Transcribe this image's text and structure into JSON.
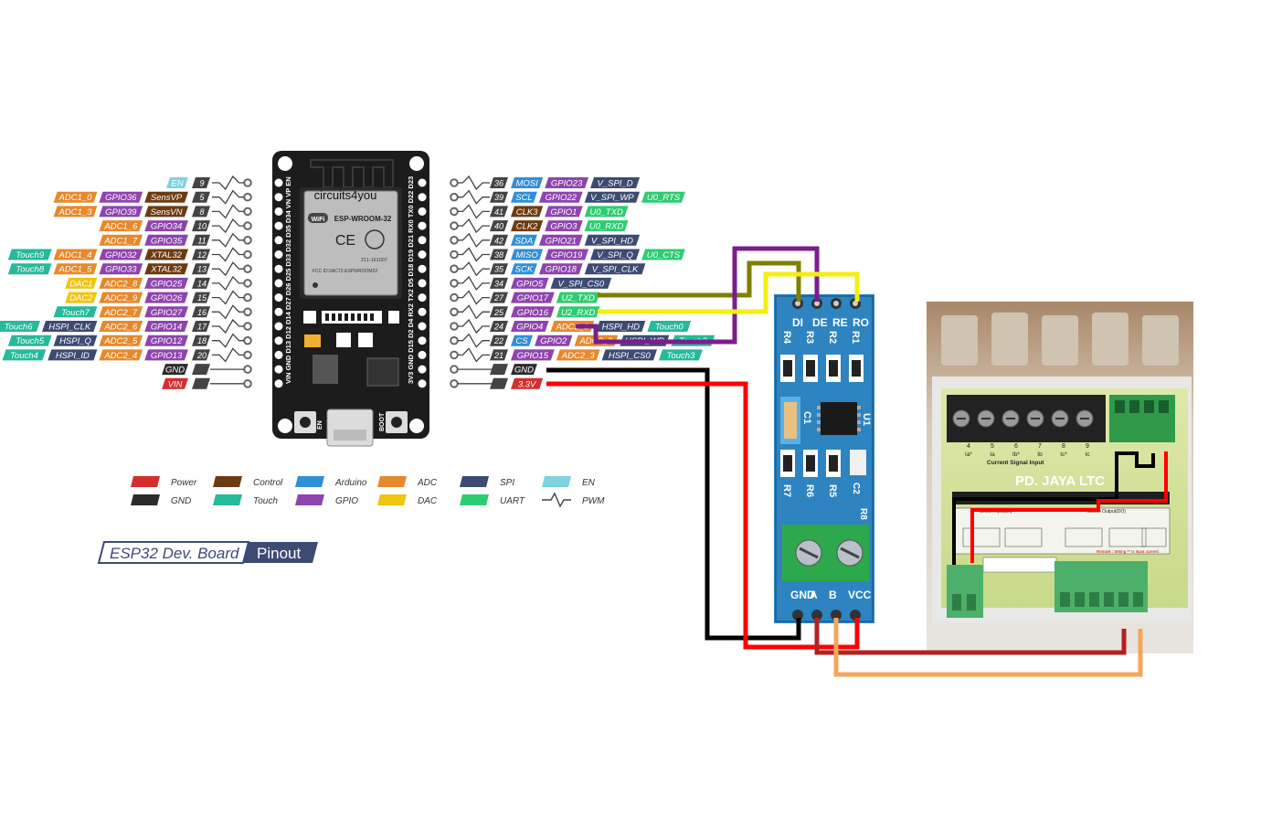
{
  "colors": {
    "power": "#d32f2f",
    "gnd": "#2b2b2b",
    "control": "#6d3b12",
    "touch": "#26b99a",
    "arduino": "#2f8fd8",
    "gpio": "#8e44ad",
    "adc": "#e6892c",
    "dac": "#f1c40f",
    "spi": "#3d4b73",
    "uart": "#2ecc71",
    "en": "#7fd3e0",
    "wire_purple": "#7b1e8c",
    "wire_olive": "#7f7f00",
    "wire_yellow": "#f5ef10",
    "wire_black": "#000000",
    "wire_red": "#ff0000",
    "wire_darkred": "#b22222",
    "wire_orange": "#f5a65b"
  },
  "left_pins": [
    {
      "num": "9",
      "tags": [
        {
          "t": "EN",
          "c": "en"
        }
      ]
    },
    {
      "num": "5",
      "tags": [
        {
          "t": "ADC1_0",
          "c": "adc"
        },
        {
          "t": "GPIO36",
          "c": "gpio"
        },
        {
          "t": "SensVP",
          "c": "control"
        }
      ]
    },
    {
      "num": "8",
      "tags": [
        {
          "t": "ADC1_3",
          "c": "adc"
        },
        {
          "t": "GPIO39",
          "c": "gpio"
        },
        {
          "t": "SensVN",
          "c": "control"
        }
      ]
    },
    {
      "num": "10",
      "tags": [
        {
          "t": "ADC1_6",
          "c": "adc"
        },
        {
          "t": "GPIO34",
          "c": "gpio"
        }
      ]
    },
    {
      "num": "11",
      "tags": [
        {
          "t": "ADC1_7",
          "c": "adc"
        },
        {
          "t": "GPIO35",
          "c": "gpio"
        }
      ]
    },
    {
      "num": "12",
      "tags": [
        {
          "t": "Touch9",
          "c": "touch"
        },
        {
          "t": "ADC1_4",
          "c": "adc"
        },
        {
          "t": "GPIO32",
          "c": "gpio"
        },
        {
          "t": "XTAL32",
          "c": "control"
        }
      ]
    },
    {
      "num": "13",
      "tags": [
        {
          "t": "Touch8",
          "c": "touch"
        },
        {
          "t": "ADC1_5",
          "c": "adc"
        },
        {
          "t": "GPIO33",
          "c": "gpio"
        },
        {
          "t": "XTAL32",
          "c": "control"
        }
      ]
    },
    {
      "num": "14",
      "tags": [
        {
          "t": "DAC1",
          "c": "dac"
        },
        {
          "t": "ADC2_8",
          "c": "adc"
        },
        {
          "t": "GPIO25",
          "c": "gpio"
        }
      ]
    },
    {
      "num": "15",
      "tags": [
        {
          "t": "DAC2",
          "c": "dac"
        },
        {
          "t": "ADC2_9",
          "c": "adc"
        },
        {
          "t": "GPIO26",
          "c": "gpio"
        }
      ]
    },
    {
      "num": "16",
      "tags": [
        {
          "t": "Touch7",
          "c": "touch"
        },
        {
          "t": "ADC2_7",
          "c": "adc"
        },
        {
          "t": "GPIO27",
          "c": "gpio"
        }
      ]
    },
    {
      "num": "17",
      "tags": [
        {
          "t": "Touch6",
          "c": "touch"
        },
        {
          "t": "HSPI_CLK",
          "c": "spi"
        },
        {
          "t": "ADC2_6",
          "c": "adc"
        },
        {
          "t": "GPIO14",
          "c": "gpio"
        }
      ]
    },
    {
      "num": "18",
      "tags": [
        {
          "t": "Touch5",
          "c": "touch"
        },
        {
          "t": "HSPI_Q",
          "c": "spi"
        },
        {
          "t": "ADC2_5",
          "c": "adc"
        },
        {
          "t": "GPIO12",
          "c": "gpio"
        }
      ]
    },
    {
      "num": "20",
      "tags": [
        {
          "t": "Touch4",
          "c": "touch"
        },
        {
          "t": "HSPI_ID",
          "c": "spi"
        },
        {
          "t": "ADC2_4",
          "c": "adc"
        },
        {
          "t": "GPIO13",
          "c": "gpio"
        }
      ]
    },
    {
      "num": "",
      "tags": [
        {
          "t": "GND",
          "c": "gnd"
        }
      ]
    },
    {
      "num": "",
      "tags": [
        {
          "t": "VIN",
          "c": "power"
        }
      ]
    }
  ],
  "right_pins": [
    {
      "num": "36",
      "tags": [
        {
          "t": "MOSI",
          "c": "arduino"
        },
        {
          "t": "GPIO23",
          "c": "gpio"
        },
        {
          "t": "V_SPI_D",
          "c": "spi"
        }
      ]
    },
    {
      "num": "39",
      "tags": [
        {
          "t": "SCL",
          "c": "arduino"
        },
        {
          "t": "GPIO22",
          "c": "gpio"
        },
        {
          "t": "V_SPI_WP",
          "c": "spi"
        },
        {
          "t": "U0_RTS",
          "c": "uart"
        }
      ]
    },
    {
      "num": "41",
      "tags": [
        {
          "t": "CLK3",
          "c": "control"
        },
        {
          "t": "GPIO1",
          "c": "gpio"
        },
        {
          "t": "U0_TXD",
          "c": "uart"
        }
      ]
    },
    {
      "num": "40",
      "tags": [
        {
          "t": "CLK2",
          "c": "control"
        },
        {
          "t": "GPIO3",
          "c": "gpio"
        },
        {
          "t": "U0_RXD",
          "c": "uart"
        }
      ]
    },
    {
      "num": "42",
      "tags": [
        {
          "t": "SDA",
          "c": "arduino"
        },
        {
          "t": "GPIO21",
          "c": "gpio"
        },
        {
          "t": "V_SPI_HD",
          "c": "spi"
        }
      ]
    },
    {
      "num": "38",
      "tags": [
        {
          "t": "MISO",
          "c": "arduino"
        },
        {
          "t": "GPIO19",
          "c": "gpio"
        },
        {
          "t": "V_SPI_Q",
          "c": "spi"
        },
        {
          "t": "U0_CTS",
          "c": "uart"
        }
      ]
    },
    {
      "num": "35",
      "tags": [
        {
          "t": "SCK",
          "c": "arduino"
        },
        {
          "t": "GPIO18",
          "c": "gpio"
        },
        {
          "t": "V_SPI_CLK",
          "c": "spi"
        }
      ]
    },
    {
      "num": "34",
      "tags": [
        {
          "t": "GPIO5",
          "c": "gpio"
        },
        {
          "t": "V_SPI_CS0",
          "c": "spi"
        }
      ]
    },
    {
      "num": "27",
      "tags": [
        {
          "t": "GPIO17",
          "c": "gpio"
        },
        {
          "t": "U2_TXD",
          "c": "uart"
        }
      ]
    },
    {
      "num": "25",
      "tags": [
        {
          "t": "GPIO16",
          "c": "gpio"
        },
        {
          "t": "U2_RXD",
          "c": "uart"
        }
      ]
    },
    {
      "num": "24",
      "tags": [
        {
          "t": "GPIO4",
          "c": "gpio"
        },
        {
          "t": "ADC2_0",
          "c": "adc"
        },
        {
          "t": "HSPI_HD",
          "c": "spi"
        },
        {
          "t": "Touch0",
          "c": "touch"
        }
      ]
    },
    {
      "num": "22",
      "tags": [
        {
          "t": "CS",
          "c": "arduino"
        },
        {
          "t": "GPIO2",
          "c": "gpio"
        },
        {
          "t": "ADC2_2",
          "c": "adc"
        },
        {
          "t": "HSPI_WP",
          "c": "spi"
        },
        {
          "t": "Touch2",
          "c": "touch"
        }
      ]
    },
    {
      "num": "21",
      "tags": [
        {
          "t": "GPIO15",
          "c": "gpio"
        },
        {
          "t": "ADC2_3",
          "c": "adc"
        },
        {
          "t": "HSPI_CS0",
          "c": "spi"
        },
        {
          "t": "Touch3",
          "c": "touch"
        }
      ]
    },
    {
      "num": "",
      "tags": [
        {
          "t": "GND",
          "c": "gnd"
        }
      ]
    },
    {
      "num": "",
      "tags": [
        {
          "t": "3.3V",
          "c": "power"
        }
      ]
    }
  ],
  "board": {
    "brand": "circuits4you",
    "module": "ESP-WROOM-32",
    "wifi": "WiFi",
    "fcc": "FCC ID:2AC7Z-ESPWROOM32",
    "cert": "211-161007",
    "ce": "CE",
    "btn_en": "EN",
    "btn_boot": "BOOT",
    "left_header": "VIN GND D13 D12 D14 D27 D26 D25 D33 D32 D35 D34 VN VP EN",
    "right_header": "3V3 GND D15 D2 D4 RX2 TX2 D5 D18 D19 D21 RX0 TX0 D22 D23"
  },
  "legend": [
    {
      "label": "Power",
      "c": "power"
    },
    {
      "label": "Control",
      "c": "control"
    },
    {
      "label": "Arduino",
      "c": "arduino"
    },
    {
      "label": "ADC",
      "c": "adc"
    },
    {
      "label": "SPI",
      "c": "spi"
    },
    {
      "label": "EN",
      "c": "en"
    },
    {
      "label": "GND",
      "c": "gnd"
    },
    {
      "label": "Touch",
      "c": "touch"
    },
    {
      "label": "GPIO",
      "c": "gpio"
    },
    {
      "label": "DAC",
      "c": "dac"
    },
    {
      "label": "UART",
      "c": "uart"
    },
    {
      "label": "PWM",
      "c": "pwm"
    }
  ],
  "banner": {
    "left": "ESP32 Dev. Board",
    "right": "Pinout"
  },
  "rs485": {
    "top_pins": [
      "DI",
      "DE",
      "RE",
      "RO"
    ],
    "resistors_top": [
      "R4",
      "R3",
      "R2",
      "R1"
    ],
    "resistors_bottom": [
      "R7",
      "R6",
      "R5"
    ],
    "cap_left": "C1",
    "chip": "U1",
    "cap_right": "C2",
    "r8": "R8",
    "bottom_pins": [
      "GND",
      "A",
      "B",
      "VCC"
    ]
  },
  "meter": {
    "brand": "PD. JAYA LTC",
    "top_numbers": [
      "4",
      "5",
      "6",
      "7",
      "8",
      "9"
    ],
    "top_sub": [
      "Ia*",
      "Ia",
      "Ib*",
      "Ib",
      "Ic*",
      "Ic"
    ],
    "section_a": "Current Signal Input",
    "section_b": "Switch Input(DI)",
    "section_c": "Switch Output(DO)",
    "remark": "Remark : Wiring ** is input current"
  }
}
